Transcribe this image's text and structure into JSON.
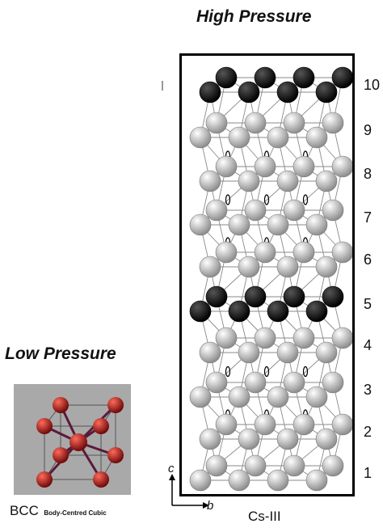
{
  "high_pressure_title": "High Pressure",
  "low_pressure_title": "Low Pressure",
  "bcc_label": "BCC",
  "bcc_sublabel": "Body-Centred Cubic",
  "phase_label": "Cs-III",
  "axis_c": "c",
  "axis_b": "b",
  "layers": [
    {
      "number": "1",
      "shade": "light"
    },
    {
      "number": "2",
      "shade": "light"
    },
    {
      "number": "3",
      "shade": "light"
    },
    {
      "number": "4",
      "shade": "light"
    },
    {
      "number": "5",
      "shade": "dark"
    },
    {
      "number": "6",
      "shade": "light"
    },
    {
      "number": "7",
      "shade": "light"
    },
    {
      "number": "8",
      "shade": "light"
    },
    {
      "number": "9",
      "shade": "light"
    },
    {
      "number": "10",
      "shade": "dark"
    }
  ],
  "colors": {
    "light_atom": "#d8d8d8",
    "dark_atom": "#111111",
    "bcc_atom": "#b01818",
    "bcc_background": "#a9a9a9",
    "bond": "#8a8a8a"
  }
}
